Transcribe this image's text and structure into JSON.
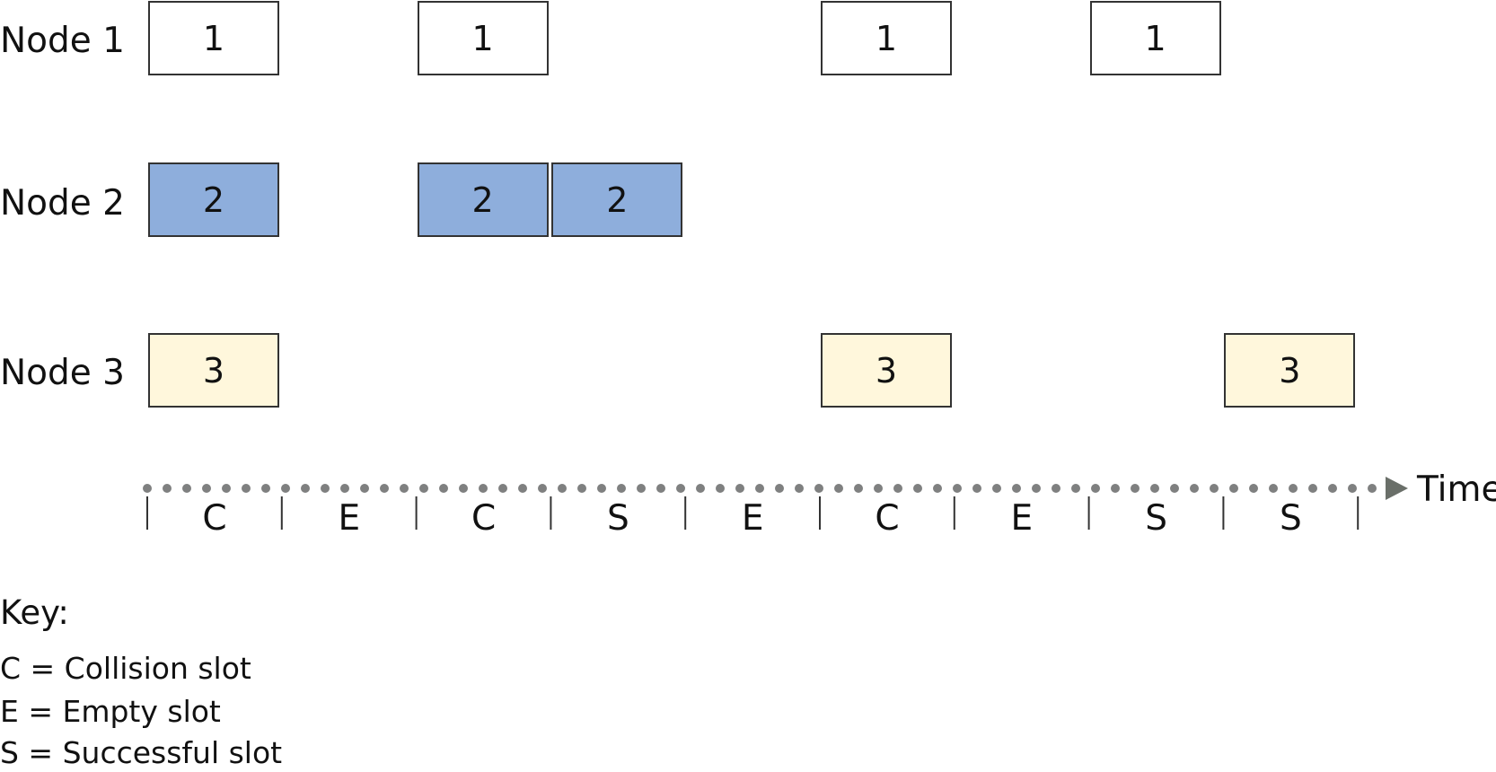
{
  "nodes": [
    {
      "label": "Node 1",
      "frame_text": "1",
      "fill": "#ffffff",
      "frames_in_slots": [
        1,
        3,
        6,
        8
      ]
    },
    {
      "label": "Node 2",
      "frame_text": "2",
      "fill": "#8eaedc",
      "frames_in_slots": [
        1,
        3,
        4
      ]
    },
    {
      "label": "Node 3",
      "frame_text": "3",
      "fill": "#fff7dc",
      "frames_in_slots": [
        1,
        6,
        9
      ]
    }
  ],
  "timeline": {
    "slots": [
      "C",
      "E",
      "C",
      "S",
      "E",
      "C",
      "E",
      "S",
      "S"
    ],
    "axis_label": "Time",
    "dot_color": "#7f8080",
    "arrow_color": "#6a6f69"
  },
  "key": {
    "title": "Key:",
    "items": [
      "C = Collision slot",
      "E = Empty slot",
      "S = Successful slot"
    ]
  }
}
